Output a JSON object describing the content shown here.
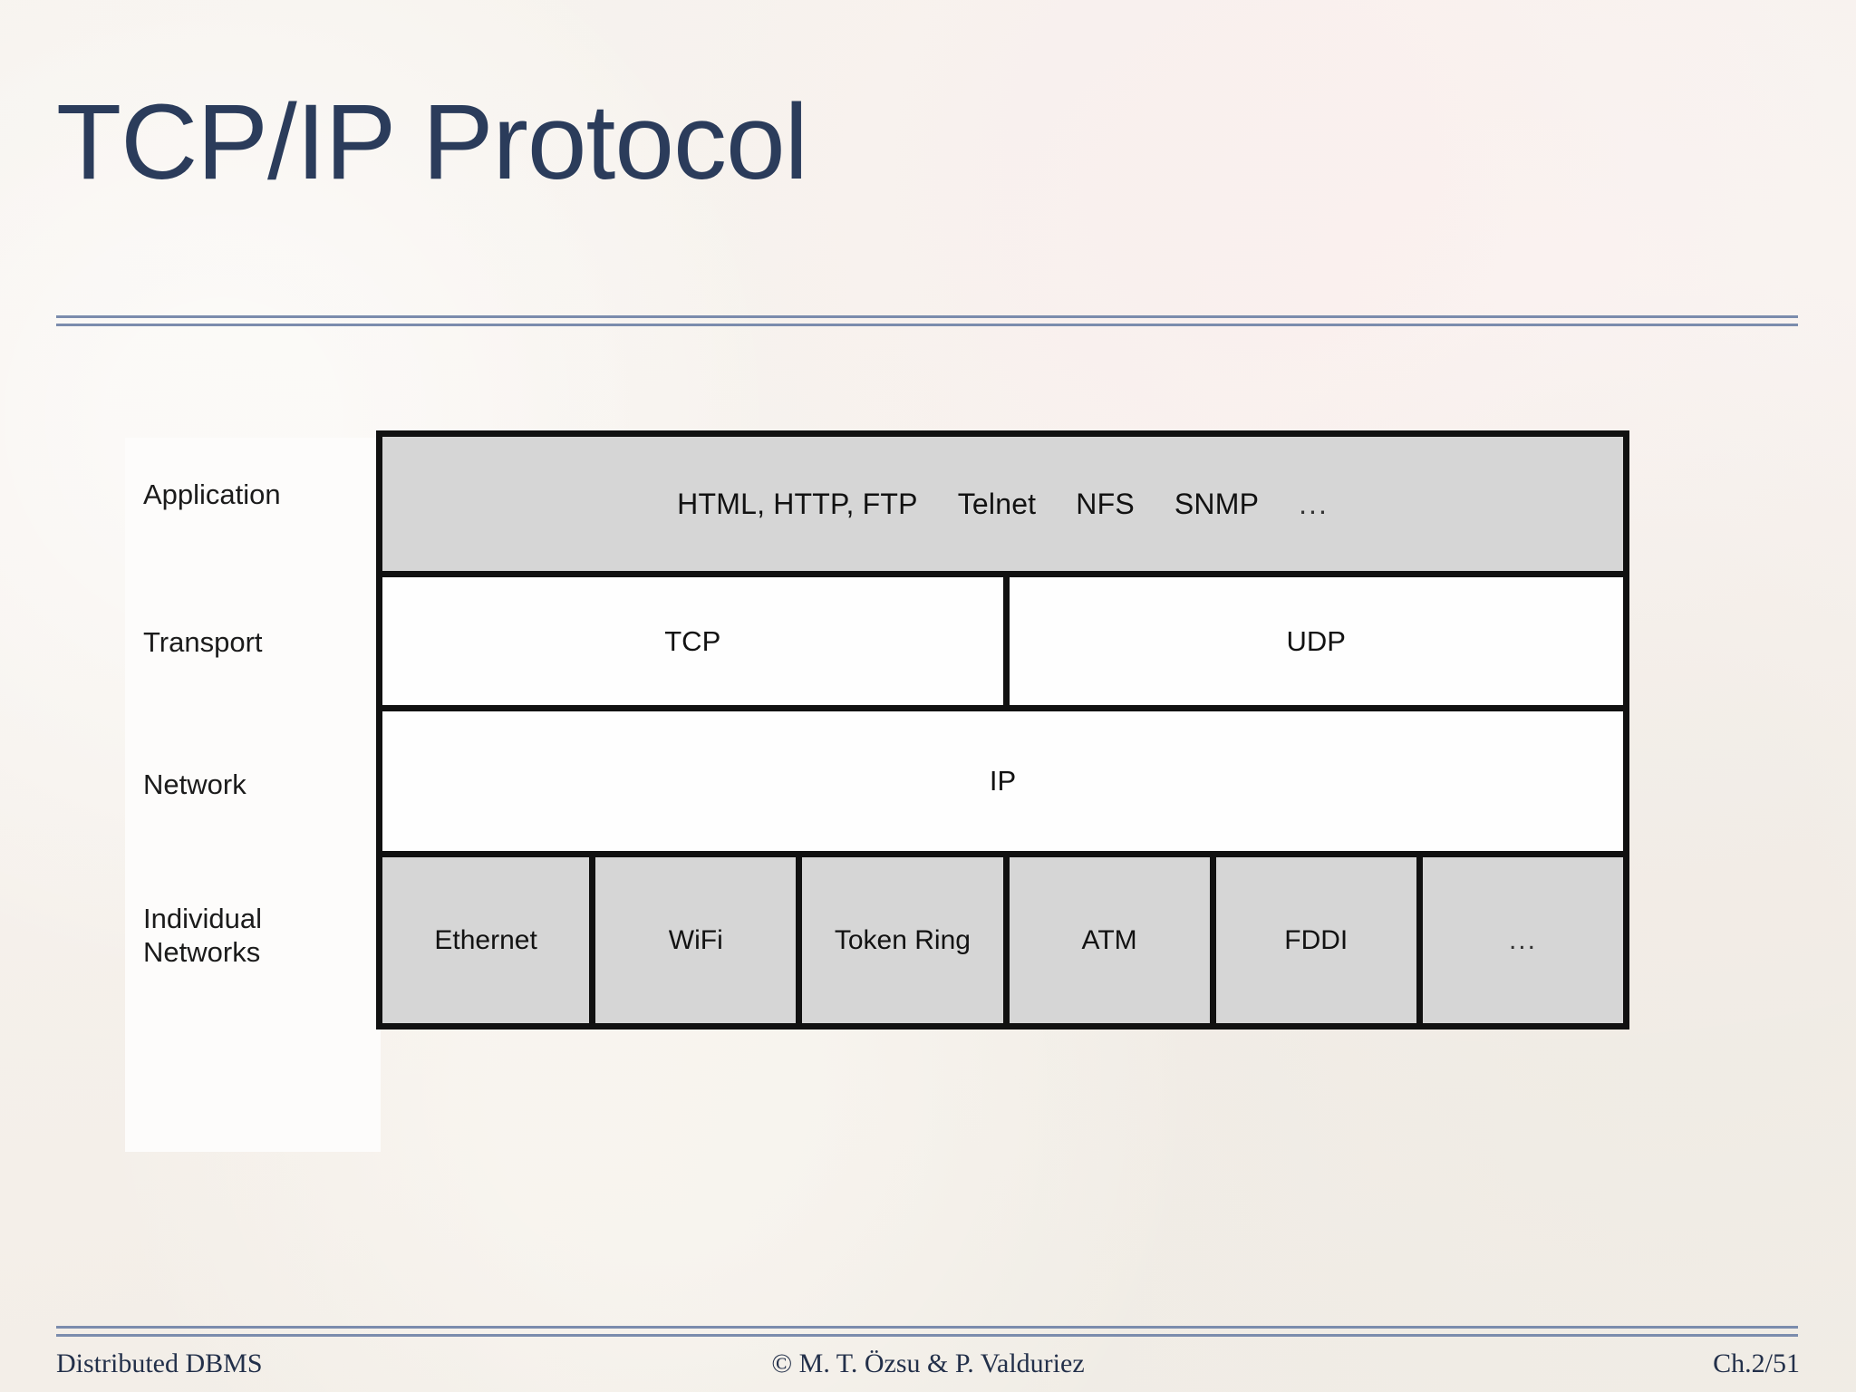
{
  "slide": {
    "title": "TCP/IP Protocol",
    "title_color": "#2b3c5b",
    "background_color": "#f4efe9",
    "rule_color": "#7b8cad"
  },
  "diagram": {
    "type": "layered-stack",
    "border_color": "#111111",
    "shaded_fill": "#d6d6d6",
    "plain_fill": "#fefefe",
    "label_panel_fill": "#fdfcfb",
    "layers": [
      {
        "label": "Application",
        "shaded": true,
        "cells": [
          {
            "text": "HTML, HTTP, FTP"
          },
          {
            "text": "Telnet"
          },
          {
            "text": "NFS"
          },
          {
            "text": "SNMP"
          },
          {
            "text": "..."
          }
        ]
      },
      {
        "label": "Transport",
        "shaded": false,
        "cells": [
          {
            "text": "TCP"
          },
          {
            "text": "UDP"
          }
        ]
      },
      {
        "label": "Network",
        "shaded": false,
        "cells": [
          {
            "text": "IP"
          }
        ]
      },
      {
        "label": "Individual\nNetworks",
        "label_line1": "Individual",
        "label_line2": "Networks",
        "shaded": true,
        "cells": [
          {
            "text": "Ethernet"
          },
          {
            "text": "WiFi"
          },
          {
            "text": "Token Ring"
          },
          {
            "text": "ATM"
          },
          {
            "text": "FDDI"
          },
          {
            "text": "..."
          }
        ]
      }
    ]
  },
  "footer": {
    "left": "Distributed DBMS",
    "center": "© M. T. Özsu & P. Valduriez",
    "right": "Ch.2/51"
  }
}
